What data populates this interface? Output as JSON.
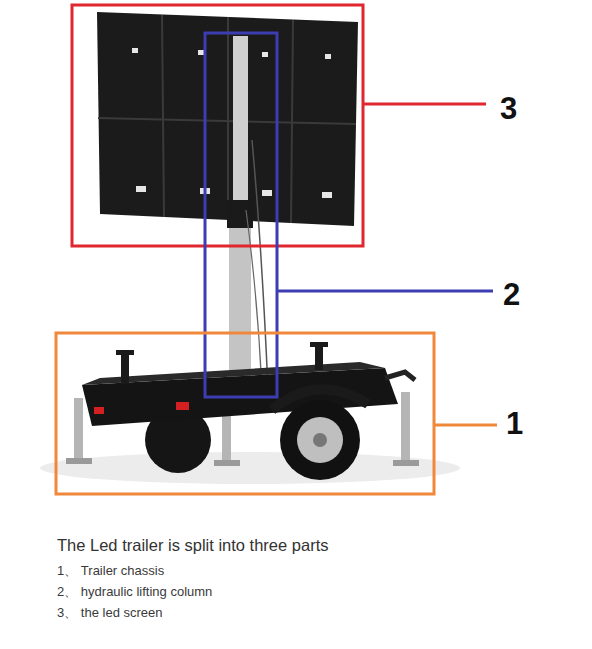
{
  "diagram": {
    "caption": "The Led trailer is split into three parts",
    "labels": [
      "3",
      "2",
      "1",
      "1、 Trailer chassis",
      "2、 hydraulic lifting column",
      "3、 the led screen"
    ]
  }
}
